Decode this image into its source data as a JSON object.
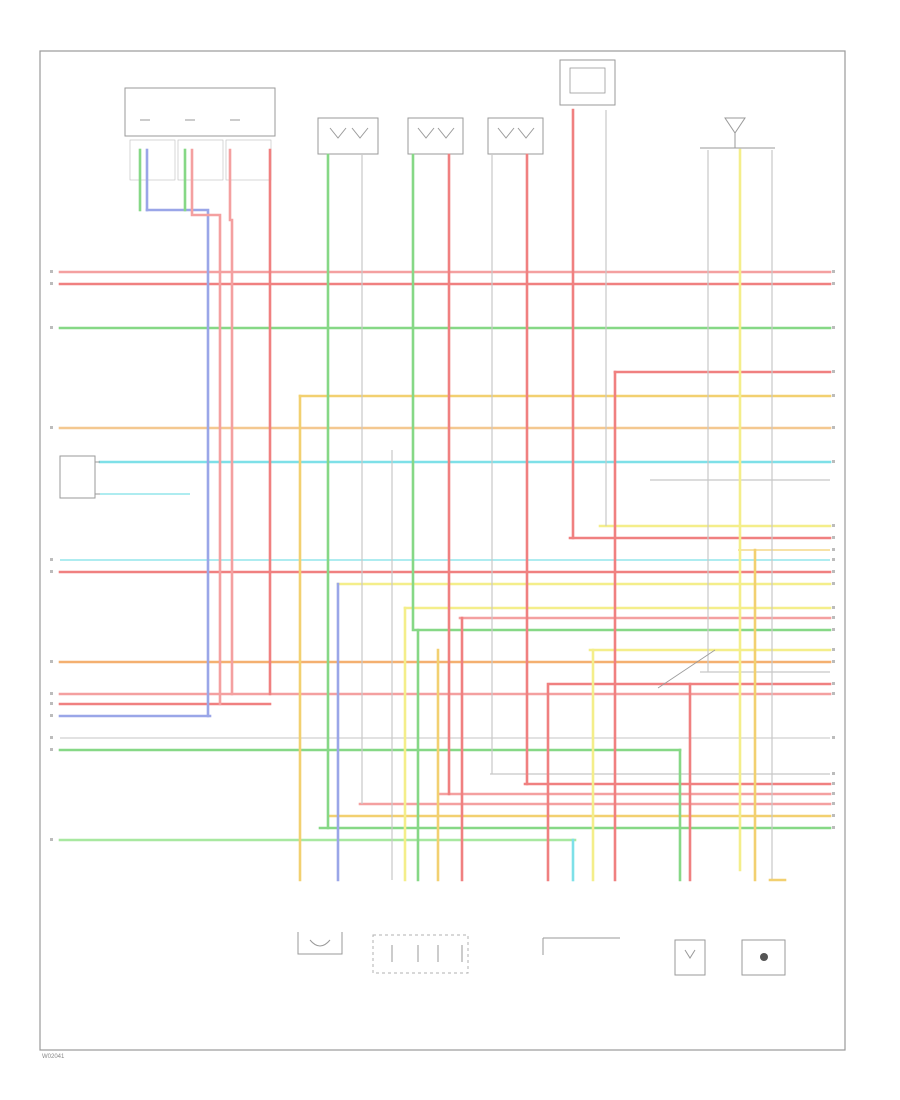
{
  "diagram": {
    "reference_code": "W02041",
    "colors": {
      "red": "#f08080",
      "pink": "#f4a0a0",
      "green": "#86d886",
      "yellow": "#f2d070",
      "light_yellow": "#f4ee8a",
      "cyan": "#7ee0e8",
      "blue": "#9aa6e8",
      "orange": "#f4b070",
      "gray": "#c8c8c8",
      "frame": "#9a9a9a"
    },
    "components": [
      {
        "id": "pcm-connector",
        "icon": "connector-block"
      },
      {
        "id": "fuel-injector-1",
        "icon": "injector"
      },
      {
        "id": "fuel-injector-2",
        "icon": "injector"
      },
      {
        "id": "fuel-injector-3",
        "icon": "injector"
      },
      {
        "id": "transmission-sensor",
        "icon": "sensor"
      },
      {
        "id": "heated-oxygen-sensor",
        "icon": "oxygen-sensor"
      },
      {
        "id": "shielded-module",
        "icon": "module"
      },
      {
        "id": "camshaft-position-sensor",
        "icon": "sensor"
      },
      {
        "id": "throttle-position-sensor",
        "icon": "potentiometer"
      },
      {
        "id": "fuel-rail-pressure-sensor",
        "icon": "sensor"
      },
      {
        "id": "intake-air-temp-sensor",
        "icon": "sensor"
      },
      {
        "id": "knock-sensor",
        "icon": "knock-sensor"
      }
    ]
  }
}
